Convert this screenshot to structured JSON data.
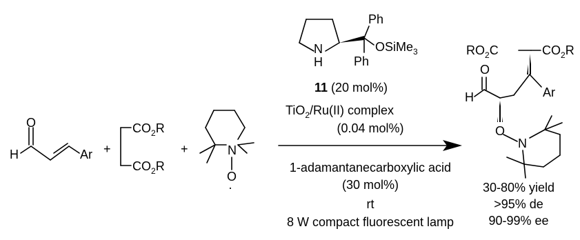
{
  "reagents": {
    "substrate_aldehyde": {
      "h": "H",
      "o": "O",
      "ar": "Ar"
    },
    "plus1": "+",
    "malonate": {
      "co": "CO",
      "two": "2",
      "r": "R"
    },
    "plus2": "+",
    "tempo": {
      "n": "N",
      "o": "O",
      "dot": "·"
    }
  },
  "catalyst": {
    "structure": {
      "n": "N",
      "h": "H",
      "ph_top": "Ph",
      "ph_bottom": "Ph",
      "osi": "OSiMe",
      "three": "3"
    },
    "label_number": "11",
    "label_loading": "(20 mol%)"
  },
  "conditions": {
    "photocatalyst": "TiO",
    "photocatalyst_sub": "2",
    "photocatalyst_rest": "/Ru(II) complex",
    "photocatalyst_loading": "(0.04 mol%)",
    "additive": "1-adamantanecarboxylic acid",
    "additive_loading": "(30 mol%)",
    "temperature": "rt",
    "light": "8 W compact fluorescent lamp"
  },
  "product": {
    "ro2c": {
      "ro": "RO",
      "two": "2",
      "c": "C"
    },
    "co2r": {
      "co": "CO",
      "two": "2",
      "r": "R"
    },
    "o": "O",
    "h": "H",
    "ar": "Ar",
    "o_link": "O",
    "n": "N"
  },
  "results": {
    "yield": "30-80% yield",
    "de": ">95% de",
    "ee": "90-99% ee"
  }
}
